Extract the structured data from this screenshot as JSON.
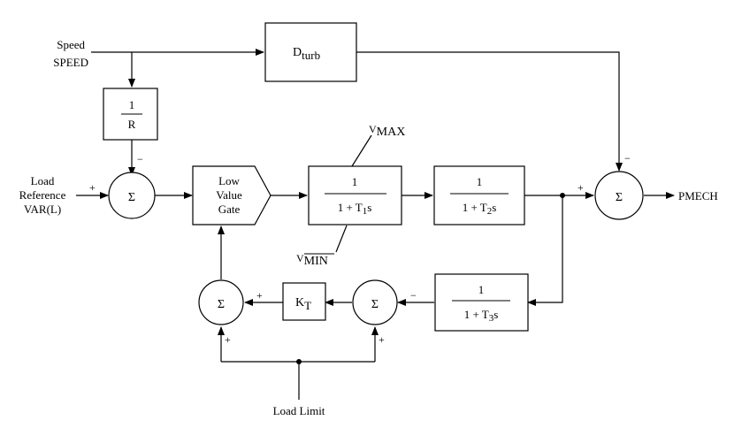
{
  "inputs": {
    "speed_line1": "Speed",
    "speed_line2": "SPEED",
    "load_ref_line1": "Load",
    "load_ref_line2": "Reference",
    "load_ref_line3": "VAR(L)",
    "load_limit": "Load Limit"
  },
  "blocks": {
    "dturb_main": "D",
    "dturb_sub": "turb",
    "droop_num": "1",
    "droop_den": "R",
    "lvg_line1": "Low",
    "lvg_line2": "Value",
    "lvg_line3": "Gate",
    "t1_num": "1",
    "t1_den_pre": "1 + T",
    "t1_den_sub": "1",
    "t1_den_post": "s",
    "t2_num": "1",
    "t2_den_pre": "1 + T",
    "t2_den_sub": "2",
    "t2_den_post": "s",
    "t3_num": "1",
    "t3_den_pre": "1 + T",
    "t3_den_sub": "3",
    "t3_den_post": "s",
    "kt_main": "K",
    "kt_sub": "T"
  },
  "limits": {
    "vmax_main": "V",
    "vmax_sub": "MAX",
    "vmin_main": "V",
    "vmin_sub": "MIN"
  },
  "summer_symbol": "Σ",
  "signs": {
    "plus": "+",
    "minus": "−"
  },
  "output": {
    "label": "PMECH"
  }
}
